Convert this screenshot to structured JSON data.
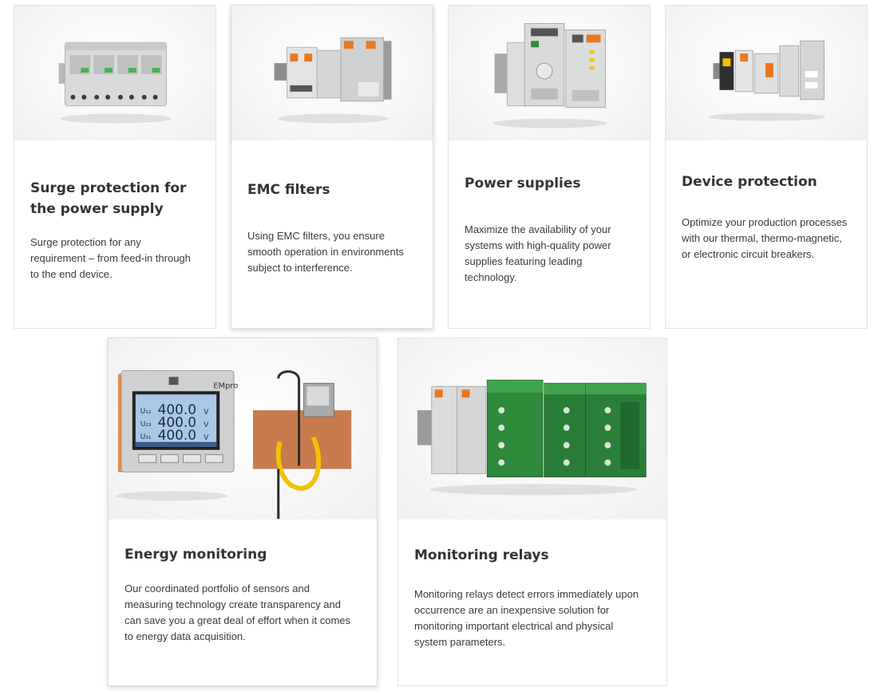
{
  "cards": [
    {
      "title": "Surge protection for the power supply",
      "description": "Surge protection for any requirement – from feed-in through to the end device.",
      "image_icon": "surge-protection-device-image"
    },
    {
      "title": "EMC filters",
      "description": "Using EMC filters, you ensure smooth operation in environments subject to interference.",
      "image_icon": "emc-filter-modules-image"
    },
    {
      "title": "Power supplies",
      "description": "Maximize the availability of your systems with high-quality power supplies featuring leading technology.",
      "image_icon": "power-supply-units-image"
    },
    {
      "title": "Device protection",
      "description": "Optimize your production processes with our thermal, thermo-magnetic, or electronic circuit breakers.",
      "image_icon": "circuit-breakers-image"
    },
    {
      "title": "Energy monitoring",
      "description": "Our coordinated portfolio of sensors and measuring technology create transparency and can save you a great deal of effort when it comes to energy data acquisition.",
      "image_icon": "energy-meter-and-current-sensor-image",
      "device_brand": "EMpro",
      "display_readings": [
        "400.0",
        "400.0",
        "400.0"
      ],
      "display_phase_labels": [
        "U₁₂",
        "U₂₃",
        "U₃₁"
      ],
      "display_unit": "V"
    },
    {
      "title": "Monitoring relays",
      "description": "Monitoring relays detect errors immediately upon occurrence are an inexpensive solution for monitoring important electrical and physical system parameters.",
      "image_icon": "monitoring-relay-modules-image"
    }
  ],
  "colors": {
    "title_text": "#333333",
    "body_text": "#3a3a3a",
    "card_border": "#e2e2e2",
    "device_grey": "#d9dadb",
    "device_green": "#2f8a3c",
    "accent_orange": "#e87722",
    "copper": "#c77b4e",
    "cable_yellow": "#f2c200"
  }
}
